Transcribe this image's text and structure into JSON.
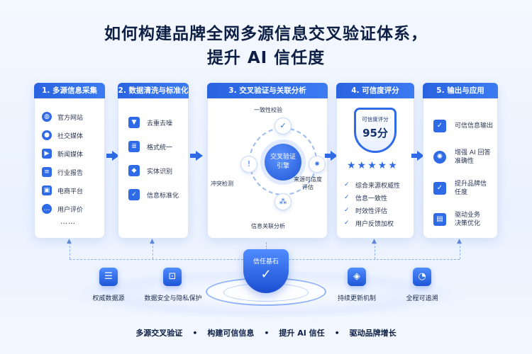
{
  "title": {
    "line1": "如何构建品牌全网多源信息交叉验证体系，",
    "line2": "提升 AI 信任度"
  },
  "stages": {
    "s1": {
      "header": "1. 多源信息采集",
      "items": [
        "官方网站",
        "社交媒体",
        "新闻媒体",
        "行业报告",
        "电商平台",
        "用户评价"
      ],
      "more": "……"
    },
    "s2": {
      "header": "2. 数据清洗与标准化",
      "items": [
        "去重去噪",
        "格式统一",
        "实体识别",
        "信息标准化"
      ]
    },
    "s3": {
      "header": "3. 交叉验证与关联分析",
      "core_line1": "交叉验证",
      "core_line2": "引擎",
      "node_top": "一致性校验",
      "node_left": "冲突检测",
      "node_right_line1": "来源可信度",
      "node_right_line2": "评估",
      "node_bottom": "信息关联分析"
    },
    "s4": {
      "header": "4. 可信度评分",
      "badge_label": "可信度评分",
      "score": "95分",
      "stars": "★★★★★",
      "items": [
        "综合来源权威性",
        "信息一致性",
        "时效性评估",
        "用户反馈加权"
      ]
    },
    "s5": {
      "header": "5. 输出与应用",
      "items": [
        {
          "l1": "可信信息输出",
          "l2": ""
        },
        {
          "l1": "增强 AI 回答",
          "l2": "准确性"
        },
        {
          "l1": "提升品牌信",
          "l2": "任度"
        },
        {
          "l1": "驱动业务",
          "l2": "决策优化"
        }
      ]
    }
  },
  "foundation": {
    "center": "信任基石",
    "pillars": [
      "权威数据源",
      "数据安全与隐私保护",
      "持续更新机制",
      "全程可追溯"
    ]
  },
  "footer": [
    "多源交叉验证",
    "构建可信信息",
    "提升 AI 信任",
    "驱动品牌增长"
  ],
  "colors": {
    "primary": "#2f6be6",
    "dark": "#0d1f44"
  }
}
